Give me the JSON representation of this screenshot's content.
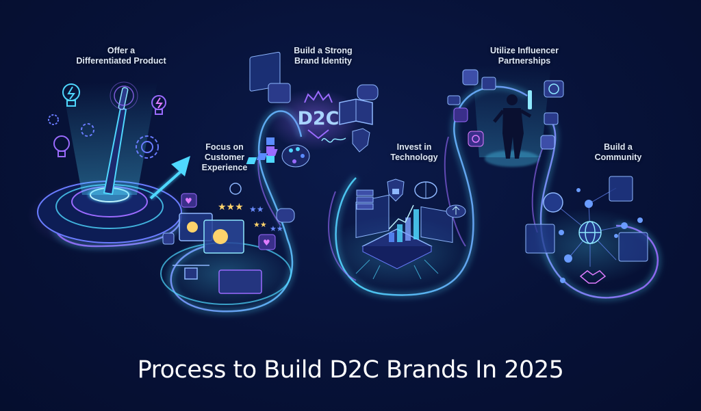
{
  "title": "Process to Build D2C Brands In 2025",
  "colors": {
    "background": "#061236",
    "cyan": "#4fd8ff",
    "purple": "#9b6bff",
    "label_text": "#dfe8f5",
    "title_text": "#ffffff"
  },
  "steps": [
    {
      "id": 1,
      "label": "Offer a\nDifferentiated Product",
      "icons": [
        "lightbulb-icon",
        "toothbrush-icon",
        "gear-icon",
        "arrow-icon"
      ]
    },
    {
      "id": 2,
      "label": "Focus on\nCustomer\nExperience",
      "icons": [
        "smiley-icon",
        "star-rating-icon",
        "chat-bubble-icon",
        "heart-icon",
        "drone-delivery-icon",
        "browser-window-icon"
      ]
    },
    {
      "id": 3,
      "label": "Build a Strong\nBrand Identity",
      "icons": [
        "d2c-crown-logo",
        "color-palette-icon",
        "book-icon",
        "shield-icon",
        "signature-icon",
        "color-swatch-icon"
      ]
    },
    {
      "id": 4,
      "label": "Invest in\nTechnology",
      "icons": [
        "server-icon",
        "lock-shield-icon",
        "brain-icon",
        "cloud-upload-icon",
        "bar-chart-icon",
        "chip-icon"
      ]
    },
    {
      "id": 5,
      "label": "Utilize Influencer\nPartnerships",
      "icons": [
        "influencer-silhouette",
        "like-icon",
        "instagram-icon",
        "camera-icon",
        "share-icon",
        "chat-bubble-icon"
      ]
    },
    {
      "id": 6,
      "label": "Build a\nCommunity",
      "icons": [
        "globe-icon",
        "group-icon",
        "profile-card-icon",
        "handshake-icon",
        "network-icon"
      ]
    }
  ],
  "brand_badge": "D2C"
}
